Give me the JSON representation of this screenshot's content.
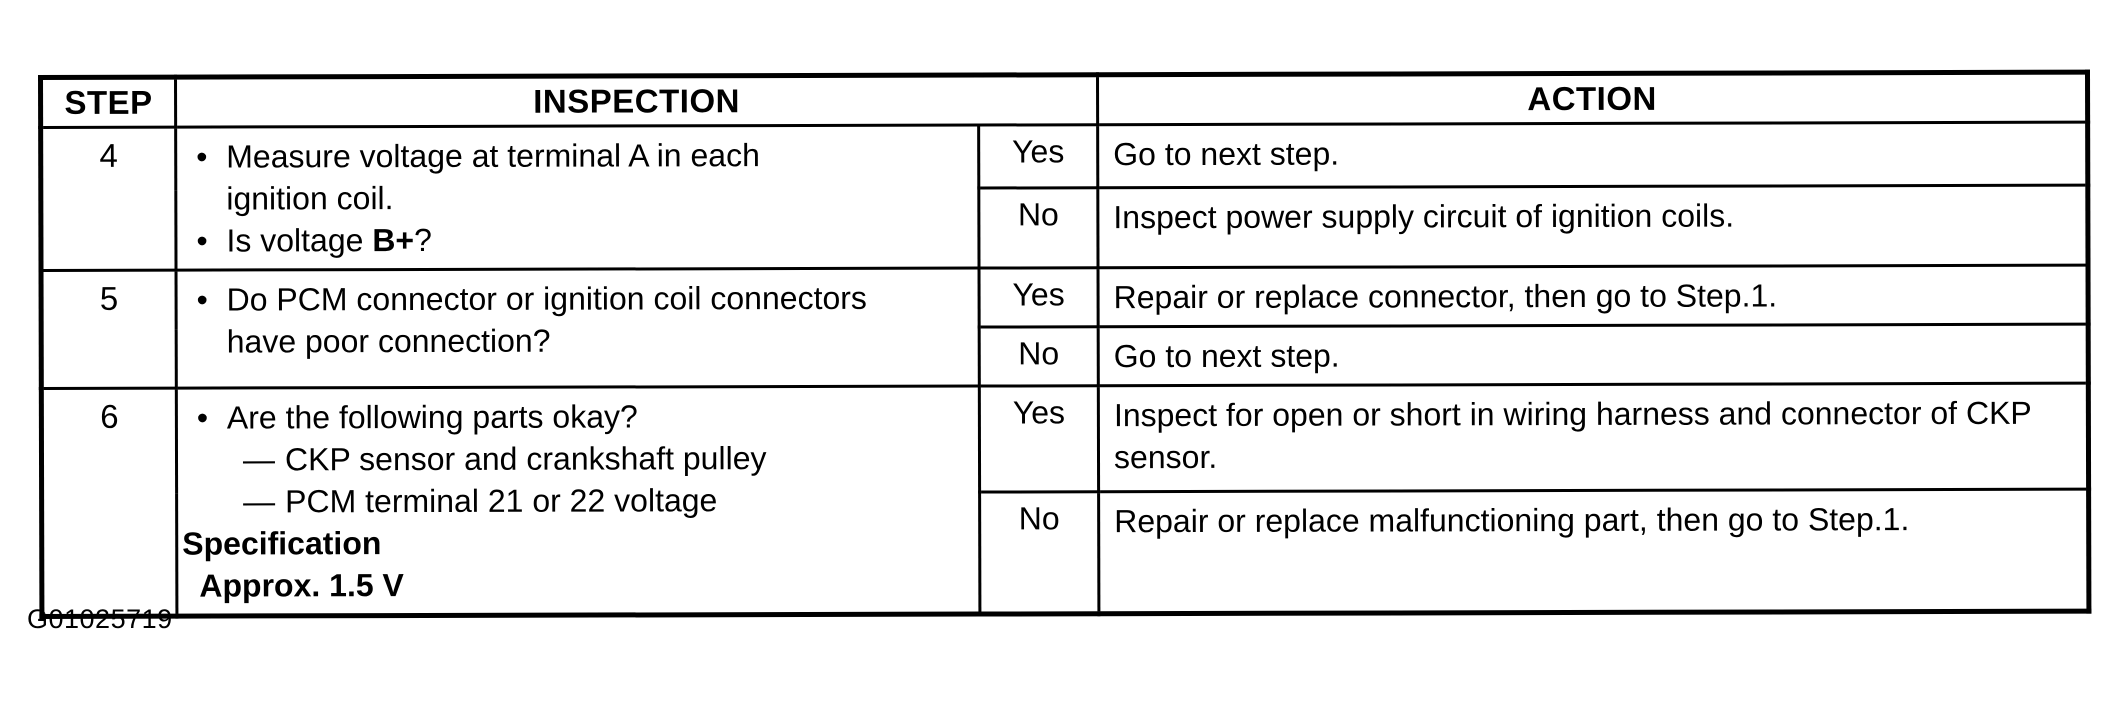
{
  "figure": {
    "code": "G01025719"
  },
  "icons": {
    "bullet": "•",
    "dash": "—"
  },
  "table": {
    "headers": {
      "step": "STEP",
      "inspection": "INSPECTION",
      "action": "ACTION"
    },
    "rows": [
      {
        "step": "4",
        "inspection": {
          "line1": "Measure voltage at terminal A in each",
          "line2": "ignition coil.",
          "line3_pre": "Is voltage ",
          "line3_bold": "B+",
          "line3_post": "?"
        },
        "yes": {
          "label": "Yes",
          "action": "Go to next step."
        },
        "no": {
          "label": "No",
          "action": "Inspect power supply circuit of ignition coils."
        }
      },
      {
        "step": "5",
        "inspection": {
          "line1": "Do PCM connector or ignition coil connectors",
          "line2": "have poor connection?"
        },
        "yes": {
          "label": "Yes",
          "action": "Repair or replace connector, then go to Step.1."
        },
        "no": {
          "label": "No",
          "action": "Go to next step."
        }
      },
      {
        "step": "6",
        "inspection": {
          "line1": "Are the following parts okay?",
          "line2": "CKP sensor and crankshaft pulley",
          "line3": "PCM terminal 21 or 22 voltage",
          "line4": "Specification",
          "line5": "Approx. 1.5 V"
        },
        "yes": {
          "label": "Yes",
          "action": "Inspect for open or short in wiring harness and connector of CKP sensor."
        },
        "no": {
          "label": "No",
          "action": "Repair or replace malfunctioning part, then go to Step.1."
        }
      }
    ]
  }
}
